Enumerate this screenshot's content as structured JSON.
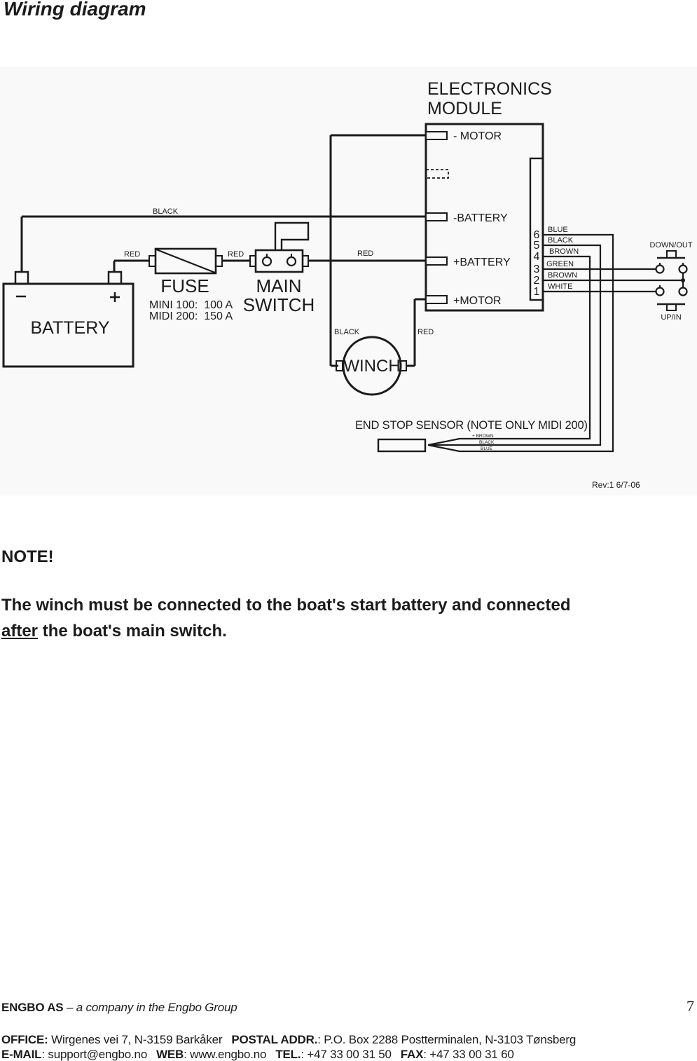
{
  "page": {
    "title": "Wiring diagram",
    "page_number": "7"
  },
  "colors": {
    "ink": "#1b1b1b",
    "panel_bg": "#f9f9f9"
  },
  "diagram": {
    "module": {
      "name_line1": "ELECTRONICS",
      "name_line2": "MODULE",
      "terminal_motor_neg": "- MOTOR",
      "terminal_battery_neg": "-BATTERY",
      "terminal_battery_pos": "+BATTERY",
      "terminal_motor_pos": "+MOTOR",
      "pins": [
        "6",
        "5",
        "4",
        "3",
        "2",
        "1"
      ],
      "pin_wires": [
        "BLUE",
        "BLACK",
        "BROWN",
        "GREEN",
        "BROWN",
        "WHITE"
      ]
    },
    "battery": {
      "label": "BATTERY"
    },
    "fuse": {
      "label": "FUSE",
      "rating_line1": "MINI 100:  100 A",
      "rating_line2": "MIDI 200:  150 A"
    },
    "main_switch": {
      "label_line1": "MAIN",
      "label_line2": "SWITCH"
    },
    "winch": {
      "label": "WINCH"
    },
    "buttons": {
      "down": "DOWN/OUT",
      "up": "UP/IN"
    },
    "sensor": {
      "label": "END STOP SENSOR (NOTE ONLY MIDI 200)",
      "wire1": "+ BROWN",
      "wire2": "BLACK",
      "wire3": "BLUE"
    },
    "wire_labels": {
      "black_main": "BLACK",
      "red_battery": "RED",
      "red_fuse": "RED",
      "red_module": "RED",
      "black_winch": "BLACK",
      "red_winch": "RED"
    },
    "revision": "Rev:1 6/7-06"
  },
  "note": {
    "heading": "NOTE!",
    "line1": "The winch must be connected to the boat's start battery and connected",
    "line2_underlined": "after",
    "line2_rest": " the boat's main switch."
  },
  "footer": {
    "company_name": "ENGBO AS",
    "company_tagline": " – a company in the Engbo Group",
    "office_label": "OFFICE:",
    "office_value": " Wirgenes vei 7, N-3159 Barkåker",
    "postal_label": "POSTAL ADDR.",
    "postal_value": ": P.O. Box 2288 Postterminalen, N-3103 Tønsberg",
    "email_label": "E-MAIL",
    "email_value": ": support@engbo.no",
    "web_label": "WEB",
    "web_value": ": www.engbo.no",
    "tel_label": "TEL.",
    "tel_value": ": +47 33 00 31 50",
    "fax_label": "FAX",
    "fax_value": ": +47 33 00 31 60"
  }
}
